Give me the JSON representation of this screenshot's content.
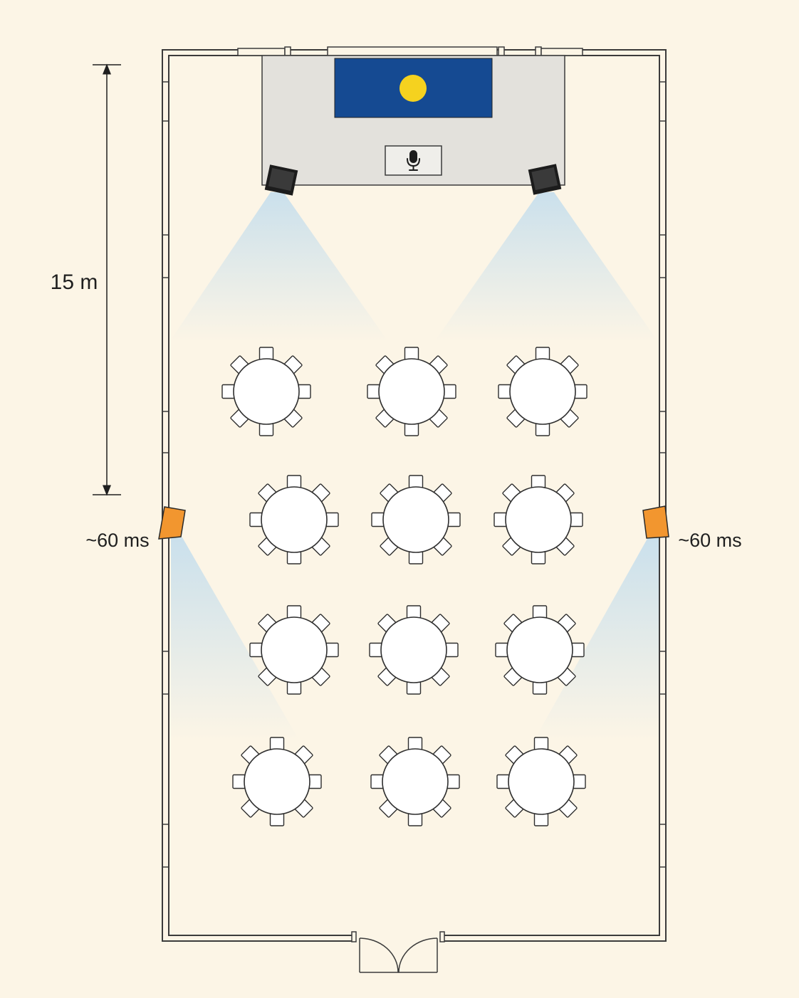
{
  "dimension": {
    "label": "15 m"
  },
  "delay_speakers": {
    "left_label": "~60 ms",
    "right_label": "~60 ms",
    "color": "#f2962f"
  },
  "stage": {
    "screen_color": "#154a92",
    "spot_color": "#f5d21f",
    "podium_icon": "microphone-icon",
    "main_speaker_color": "#1c1c1c"
  },
  "coverage_color": "#a9d2f0",
  "tables": {
    "count": 12,
    "rows": [
      3,
      3,
      3,
      3
    ],
    "seats_per_table": 8
  },
  "entrance": {
    "icon": "double-door-icon"
  },
  "colors": {
    "background": "#fcf5e6",
    "wall": "#3b3b3b",
    "stage_floor": "#e3e1dc"
  }
}
